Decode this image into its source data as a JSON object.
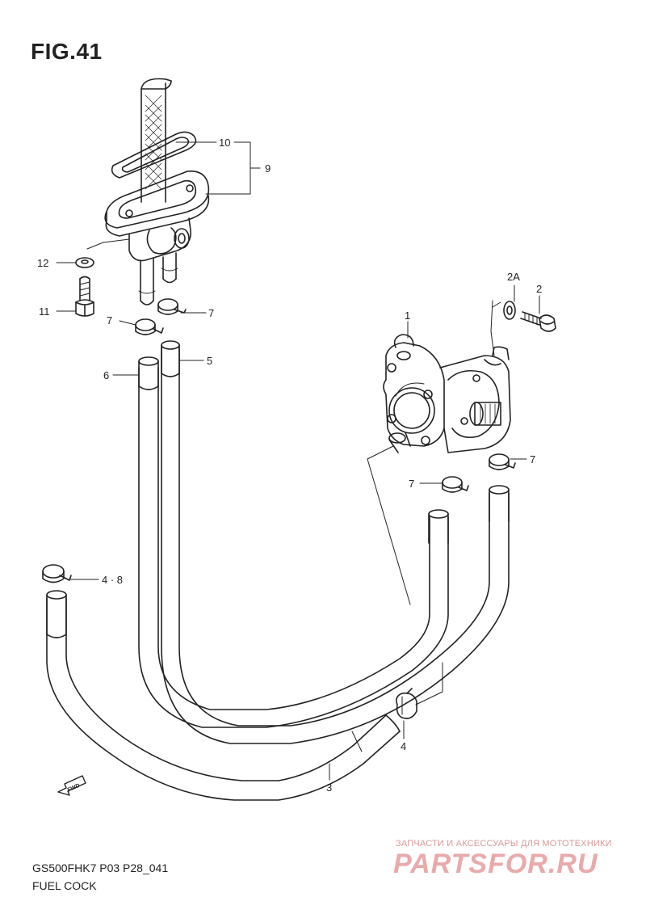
{
  "figure": {
    "title": "FIG.41",
    "model_code": "GS500FHK7 P03 P28_041",
    "name": "FUEL COCK"
  },
  "callouts": {
    "c1": "1",
    "c2": "2",
    "c2a": "2A",
    "c3": "3",
    "c4": "4",
    "c4_8": "4 · 8",
    "c5": "5",
    "c6": "6",
    "c7a": "7",
    "c7b": "7",
    "c7c": "7",
    "c7d": "7",
    "c9": "9",
    "c10": "10",
    "c11": "11",
    "c12": "12"
  },
  "direction_marker": {
    "label": "FWD",
    "icon": "forward-arrow-icon"
  },
  "watermark": {
    "line1": "ЗАПЧАСТИ И АКСЕССУАРЫ ДЛЯ МОТОТЕХНИКИ",
    "line2": "PARTSFOR.RU"
  },
  "colors": {
    "line": "#222222",
    "watermark": "#e0a0a0"
  }
}
